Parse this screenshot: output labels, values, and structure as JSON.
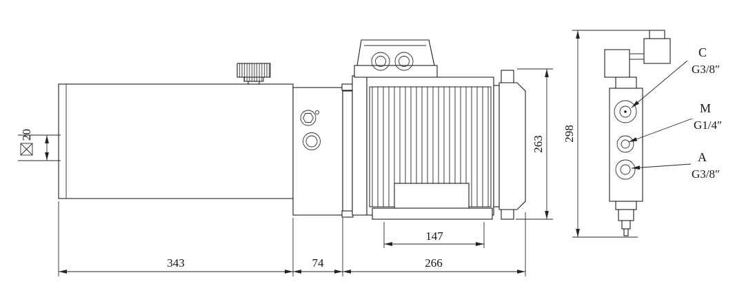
{
  "drawing": {
    "dimensions": {
      "tank_length": "343",
      "pump_section": "74",
      "motor_length": "266",
      "foot_spacing": "147",
      "motor_height": "263",
      "assembly_height": "298",
      "port_dim": "20"
    },
    "ports": {
      "c": {
        "letter": "C",
        "thread": "G3/8″"
      },
      "m": {
        "letter": "M",
        "thread": "G1/4″"
      },
      "a": {
        "letter": "A",
        "thread": "G3/8″"
      }
    }
  }
}
